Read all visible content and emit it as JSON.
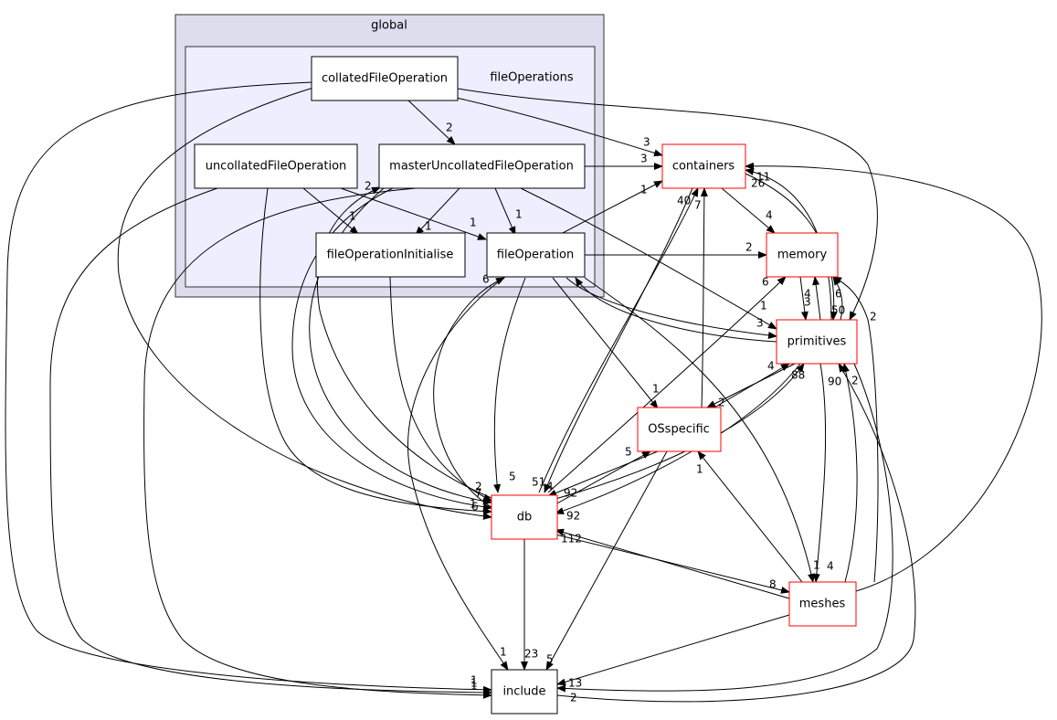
{
  "clusters": {
    "outer": "global",
    "inner": "fileOperations"
  },
  "nodes": {
    "collatedFileOperation": "collatedFileOperation",
    "masterUncollatedFileOperation": "masterUncollatedFileOperation",
    "uncollatedFileOperation": "uncollatedFileOperation",
    "fileOperationInitialise": "fileOperationInitialise",
    "fileOperation": "fileOperation",
    "containers": "containers",
    "memory": "memory",
    "primitives": "primitives",
    "OSspecific": "OSspecific",
    "db": "db",
    "meshes": "meshes",
    "include": "include"
  },
  "colors": {
    "outer_cluster_fill": "#ddddee",
    "inner_cluster_fill": "#eeeeff",
    "external_node_border": "#ff0000",
    "internal_node_border": "#000000"
  },
  "edge_labels": {
    "collated_master": "2",
    "collated_containers": "3",
    "master_containers": "3",
    "master_db": "2",
    "master_fileOperationInitialise": "1",
    "master_fileOperation": "1",
    "uncollated_fileOperationInitialise": "1",
    "uncollated_fileOperation": "1",
    "fileOperation_containers": "1",
    "fileOperation_memory": "2",
    "master_primitives": "1",
    "fileOperation_primitives": "3",
    "fileOperation_OSspecific": "1",
    "fileOperation_db": "5",
    "containers_memory": "4",
    "db_containers": "40",
    "OSspecific_containers": "7",
    "primitives_containers": "11",
    "containers_primitives": "26",
    "memory_primitives_a": "4",
    "memory_primitives_b": "3",
    "primitives_memory": "6",
    "primitives_memory_b": "50",
    "db_memory": "6",
    "collated_primitives": "2",
    "primitives_OSspecific": "2",
    "OSspecific_primitives": "4",
    "db_primitives": "88",
    "meshes_primitives": "90",
    "include_primitives": "2",
    "OSspecific_db": "5",
    "db_OSspecific": "92",
    "meshes_OSspecific": "1",
    "primitives_db": "92",
    "containers_db": "51",
    "memory_db": "4",
    "meshes_db": "112",
    "db_meshes": "8",
    "primitives_meshes": "1",
    "memory_meshes": "4",
    "db_fileOperation": "6",
    "master_db_b": "7",
    "uncollated_db": "1",
    "collated_db": "6",
    "fileOperationInitialise_db": "2",
    "db_include": "23",
    "OSspecific_include": "5",
    "meshes_include": "13",
    "fileOperation_include": "1",
    "collated_include": "1",
    "uncollated_include": "1",
    "master_include": "1",
    "primitives_include": "2"
  }
}
